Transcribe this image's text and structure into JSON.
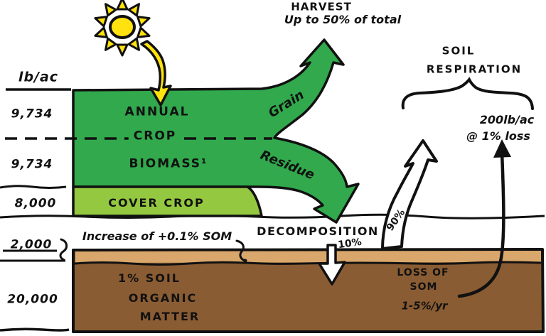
{
  "colors": {
    "crop_green": "#31a94c",
    "cover_green": "#94c840",
    "soil_brown": "#8a5c33",
    "soil_tan": "#d9a76c",
    "sun_yellow": "#ffe20e",
    "ink": "#111111"
  },
  "axis": {
    "unit": "lb/ac",
    "values": [
      "9,734",
      "9,734",
      "8,000",
      "2,000",
      "20,000"
    ]
  },
  "bands": {
    "annual_crop": {
      "line1": "ANNUAL",
      "line2": "CROP",
      "line3": "BIOMASS¹"
    },
    "cover_crop": {
      "label": "COVER CROP"
    },
    "soil_organic_matter": {
      "line1": "1% SOIL",
      "line2": "ORGANIC",
      "line3": "MATTER"
    }
  },
  "flows": {
    "grain": {
      "label": "Grain"
    },
    "residue": {
      "label": "Residue"
    },
    "harvest": {
      "title": "HARVEST",
      "subtitle": "Up to 50% of total"
    },
    "decomposition": {
      "label": "DECOMPOSITION",
      "percent": "10%"
    },
    "soil_respiration": {
      "line1": "SOIL",
      "line2": "RESPIRATION",
      "percent": "90%"
    },
    "som_loss_rate": {
      "line1": "200lb/ac",
      "line2": "@ 1% loss"
    }
  },
  "annotations": {
    "increase": {
      "label": "Increase of +0.1% SOM"
    },
    "som_loss": {
      "line1": "LOSS OF",
      "line2": "SOM",
      "line3": "1-5%/yr"
    }
  },
  "icons": {
    "sun": "sun-icon",
    "sunlight_arrow": "arrow-down-icon",
    "harvest_arrow": "arrow-up-icon",
    "residue_arrow": "arrow-down-icon",
    "respiration_arrow": "arrow-up-icon",
    "decomposition_arrow": "arrow-down-icon",
    "som_loss_arrow": "curved-arrow-up-icon"
  }
}
